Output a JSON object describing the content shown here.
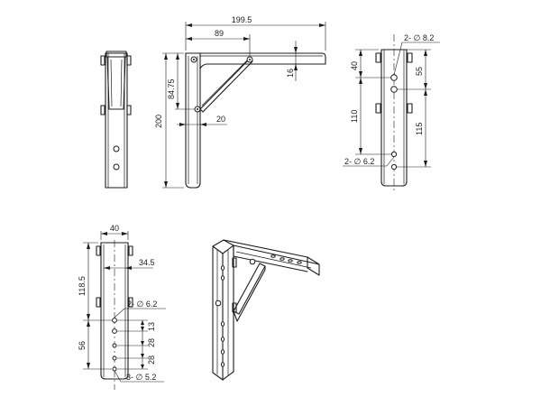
{
  "dimensions": {
    "side_overall_width": "199.5",
    "side_pivot_offset": "89",
    "side_arm_thickness": "16",
    "side_arm_height": "84.75",
    "side_total_height": "200",
    "side_strut_offset": "20",
    "front_top_offset": "40",
    "front_top_spacing": "55",
    "front_mid_spacing": "110",
    "front_mid_spacing_right": "115",
    "front_large_holes": "2- ∅ 8.2",
    "front_small_holes": "2- ∅ 6.2",
    "rear_width": "40",
    "rear_inner_width": "34.5",
    "rear_top_height": "118.5",
    "rear_holes_top": "2- ∅ 6.2",
    "rear_pitch_1": "13",
    "rear_pitch_2": "28",
    "rear_pitch_3": "28",
    "rear_lower_height": "56",
    "rear_holes_bottom": "3- ∅ 5.2"
  }
}
